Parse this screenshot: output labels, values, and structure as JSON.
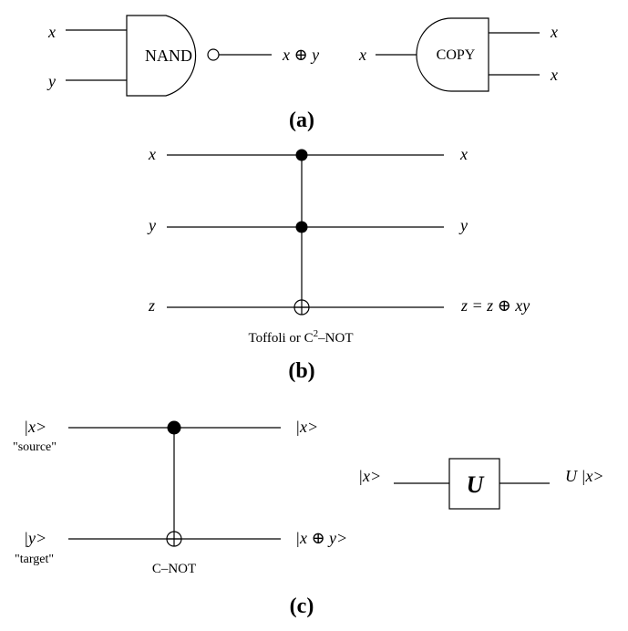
{
  "panel_a": {
    "caption": "(a)",
    "nand": {
      "label": "NAND",
      "input_1": "x",
      "input_2": "y",
      "output": "x ⊕ y"
    },
    "copy": {
      "label": "COPY",
      "input": "x",
      "output_1": "x",
      "output_2": "x"
    }
  },
  "panel_b": {
    "caption": "(b)",
    "gate_label_prefix": "Toffoli or C",
    "gate_label_sup": "2",
    "gate_label_suffix": "–NOT",
    "wires": [
      {
        "in": "x",
        "out": "x"
      },
      {
        "in": "y",
        "out": "y"
      },
      {
        "in": "z",
        "out": "z = z ⊕ xy"
      }
    ]
  },
  "panel_c": {
    "caption": "(c)",
    "cnot": {
      "label": "C–NOT",
      "source_in": "|x>",
      "source_tag": "\"source\"",
      "source_out": "|x>",
      "target_in": "|y>",
      "target_tag": "\"target\"",
      "target_out": "|x ⊕ y>"
    },
    "unitary": {
      "label": "U",
      "input": "|x>",
      "output": "U |x>"
    }
  }
}
